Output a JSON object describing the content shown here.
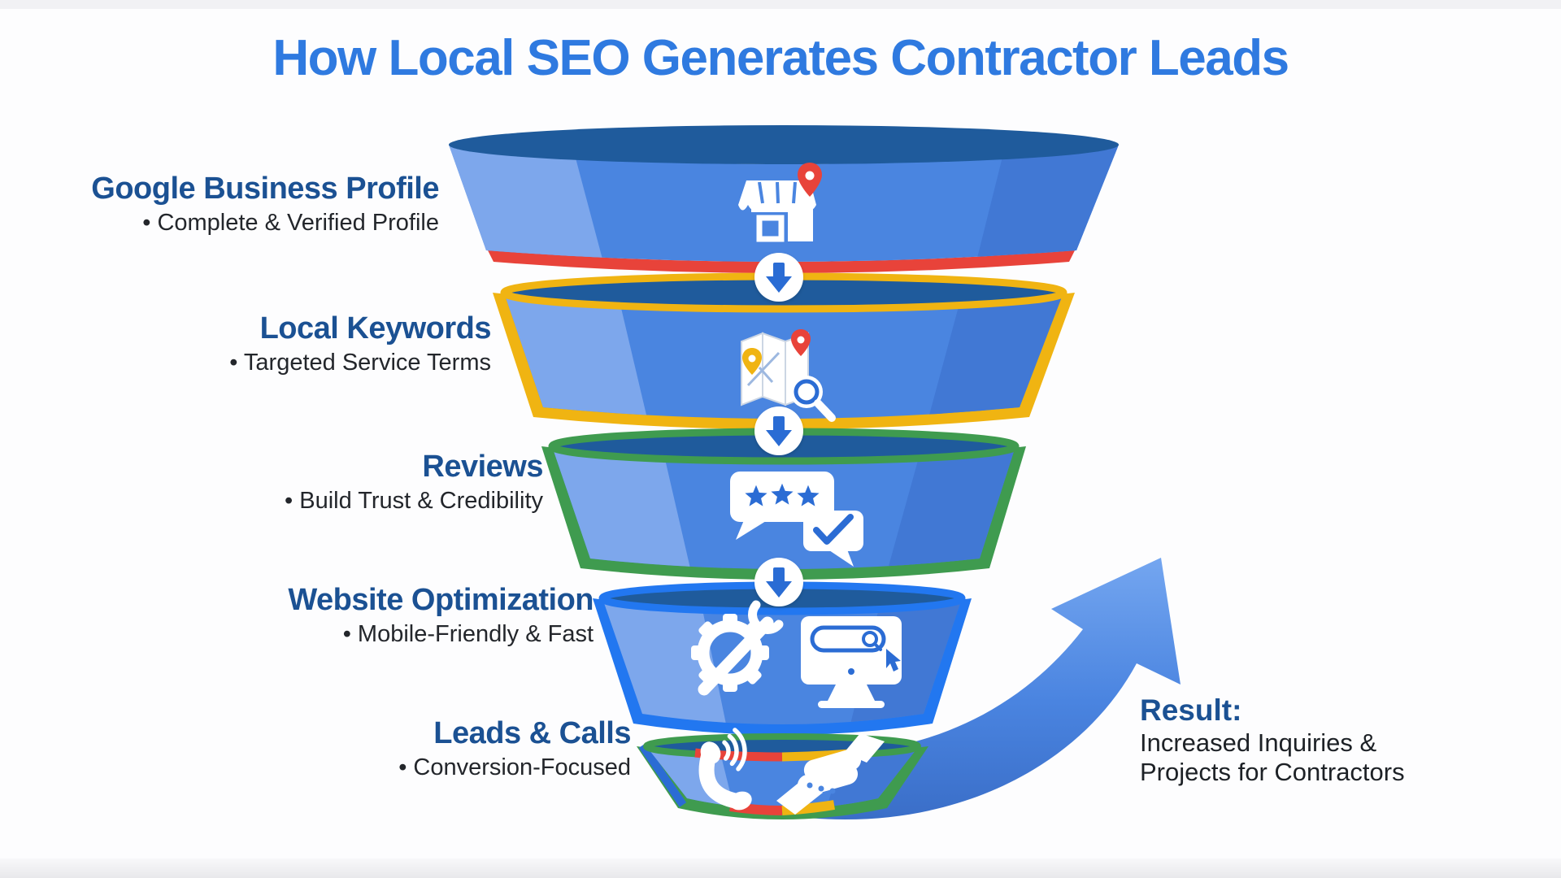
{
  "title": {
    "text": "How Local SEO Generates Contractor Leads"
  },
  "funnel": {
    "stages": [
      {
        "name": "Google Business Profile",
        "detail": "• Complete & Verified Profile",
        "icon": "storefront-pin-icon",
        "accent_color": "#e8433a"
      },
      {
        "name": "Local Keywords",
        "detail": "• Targeted Service Terms",
        "icon": "map-search-icon",
        "accent_color": "#f0b412"
      },
      {
        "name": "Reviews",
        "detail": "• Build Trust & Credibility",
        "icon": "review-bubbles-icon",
        "accent_color": "#3f9b4f"
      },
      {
        "name": "Website Optimization",
        "detail": "• Mobile-Friendly & Fast",
        "icon": "gear-monitor-icon",
        "accent_color": "#2277f0"
      },
      {
        "name": "Leads & Calls",
        "detail": "• Conversion-Focused",
        "icon": "phone-handshake-icon",
        "accent_color": "#e8433a #f0b412 #3f9b4f"
      }
    ],
    "connector_icon": "down-arrow-icon"
  },
  "result": {
    "heading": "Result:",
    "lines": [
      "Increased Inquiries &",
      "Projects for Contractors"
    ]
  },
  "colors": {
    "title_blue": "#2f7ae0",
    "heading_blue": "#1b5193",
    "body_text": "#23262b",
    "funnel_face": "#4a85e0",
    "funnel_face_light": "#7da7ec",
    "funnel_face_shade": "#4178d4",
    "funnel_opening": "#1f5b9c",
    "connector_arrow_blue": "#2b6cd4",
    "result_arrow_blue": "#4a84e0"
  }
}
